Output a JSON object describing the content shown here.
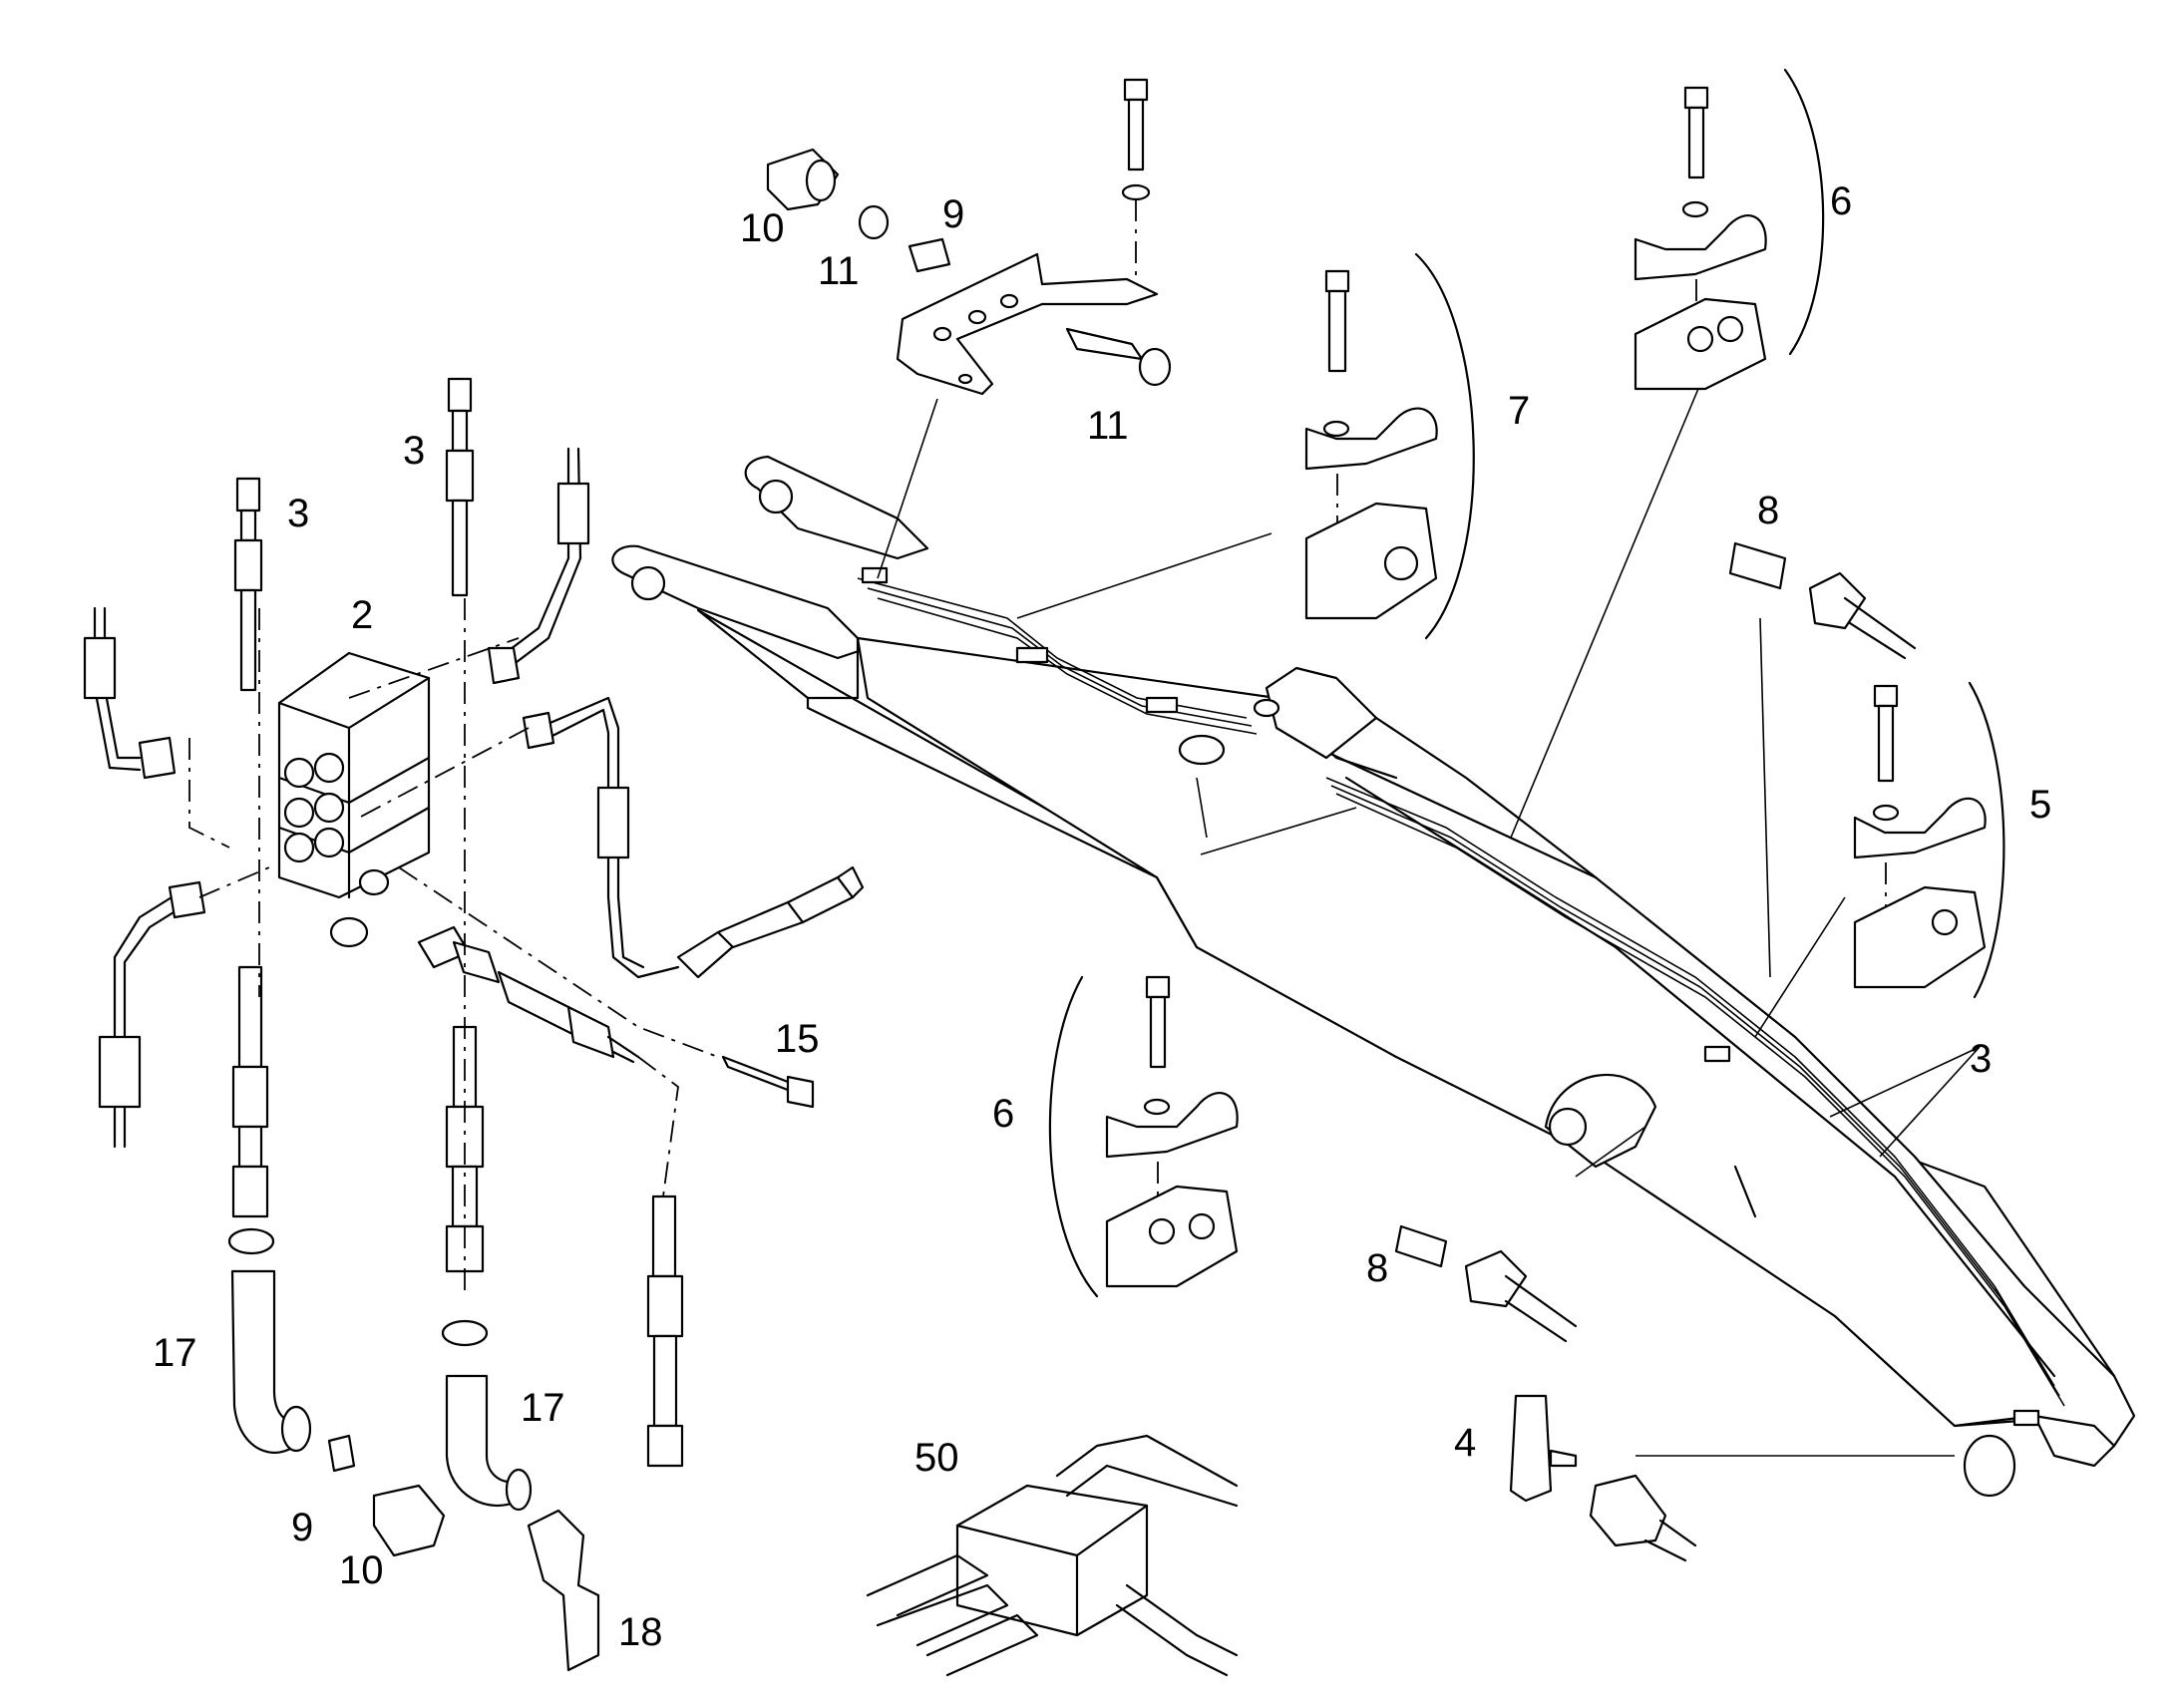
{
  "diagram": {
    "callouts": [
      {
        "id": "c10a",
        "text": "10"
      },
      {
        "id": "c11a",
        "text": "11"
      },
      {
        "id": "c9a",
        "text": "9"
      },
      {
        "id": "c11b",
        "text": "11"
      },
      {
        "id": "c3a",
        "text": "3"
      },
      {
        "id": "c3b",
        "text": "3"
      },
      {
        "id": "c2",
        "text": "2"
      },
      {
        "id": "c7",
        "text": "7"
      },
      {
        "id": "c6a",
        "text": "6"
      },
      {
        "id": "c8a",
        "text": "8"
      },
      {
        "id": "c5",
        "text": "5"
      },
      {
        "id": "c15",
        "text": "15"
      },
      {
        "id": "c6b",
        "text": "6"
      },
      {
        "id": "c3c",
        "text": "3"
      },
      {
        "id": "c8b",
        "text": "8"
      },
      {
        "id": "c17a",
        "text": "17"
      },
      {
        "id": "c17b",
        "text": "17"
      },
      {
        "id": "c4",
        "text": "4"
      },
      {
        "id": "c50",
        "text": "50"
      },
      {
        "id": "c9b",
        "text": "9"
      },
      {
        "id": "c10b",
        "text": "10"
      },
      {
        "id": "c18",
        "text": "18"
      }
    ]
  }
}
